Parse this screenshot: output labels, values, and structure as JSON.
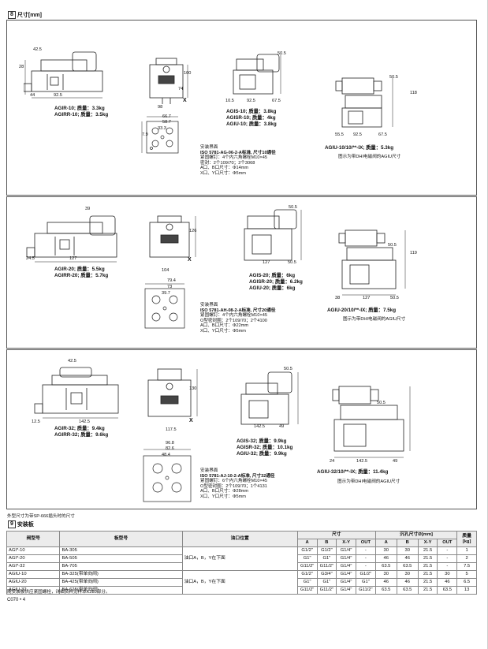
{
  "section8": {
    "num": "8",
    "title": "尺寸[mm]"
  },
  "row1": {
    "left_dims": [
      "42.5",
      "28",
      "92.5",
      "44"
    ],
    "mid_dims": [
      "98",
      "100",
      "74",
      "X"
    ],
    "left_caption": [
      "AGIR-10;  质量：3.3kg",
      "AGIRR-10;  质量：3.5kg"
    ],
    "ais_dims": [
      "50.5",
      "92.5",
      "67.5",
      "10.5"
    ],
    "ais_caption": [
      "AGIS-10;   质量：3.8kg",
      "AGISR-10;  质量：4kg",
      "AGIU-10;   质量：3.8kg"
    ],
    "agiu_dims": [
      "50.5",
      "118",
      "55.5",
      "92.5",
      "67.5"
    ],
    "agiu_caption": "AGIU-10/10/**-IX;   质量：5.3kg",
    "agiu_note": "图示为带DHI电磁阀的AGIU尺寸",
    "face_dims": [
      "66.7",
      "58.7",
      "33.3",
      "7.9"
    ],
    "iface_lines": [
      "安装界面",
      "ISO 5781-AG-06-2-A标准, 尺寸10通径",
      "紧固螺钉：4个内六角螺栓M10×45",
      "密封：2个109/70；2个3068",
      "A口、B口尺寸：Φ14mm",
      "X口、Y口尺寸：Φ5mm"
    ]
  },
  "row2": {
    "left_dims": [
      "39",
      "24.5",
      "127"
    ],
    "mid_dims": [
      "104",
      "126",
      "X"
    ],
    "left_caption": [
      "AGIR-20;  质量：5.5kg",
      "AGIRR-20;  质量：5.7kg"
    ],
    "ais_dims": [
      "50.5",
      "127",
      "50.5"
    ],
    "ais_caption": [
      "AGIS-20;   质量：6kg",
      "AGISR-20;  质量：6.2kg",
      "AGIU-20;   质量：6kg"
    ],
    "agiu_dims": [
      "50.5",
      "119",
      "38",
      "127",
      "50.5"
    ],
    "agiu_caption": "AGIU-20/10/**-IX;   质量：7.5kg",
    "agiu_note": "图示为带DHI电磁阀的AGIU尺寸",
    "face_dims": [
      "79.4",
      "73",
      "39.7"
    ],
    "iface_lines": [
      "安装界面",
      "ISO 5781-AH-08-2-A标准, 尺寸20通径",
      "紧固螺钉：4个内六角螺栓M10×45",
      "O型密封圈：2个109/70；2个4100",
      "A口、B口尺寸：Φ22mm",
      "X口、Y口尺寸：Φ5mm"
    ]
  },
  "row3": {
    "left_dims": [
      "42.5",
      "142.5",
      "12.5"
    ],
    "mid_dims": [
      "117.5",
      "130",
      "X"
    ],
    "left_caption": [
      "AGIR-32;  质量：9.4kg",
      "AGIRR-32;  质量：9.6kg"
    ],
    "ais_dims": [
      "50.5",
      "142.5",
      "49"
    ],
    "ais_caption": [
      "AGIS-32;   质量：9.9kg",
      "AGISR-32;  质量：10.1kg",
      "AGIU-32;   质量：9.9kg"
    ],
    "agiu_dims": [
      "50.5",
      "24",
      "142.5",
      "49"
    ],
    "agiu_caption": "AGIU-32/10/**-IX;   质量：11.4kg",
    "agiu_note": "图示为带DHI电磁阀的AGIU尺寸",
    "face_dims": [
      "96.8",
      "82.6",
      "48.4"
    ],
    "iface_lines": [
      "安装界面",
      "ISO 5781-AJ-10-2-A标准, 尺寸32通径",
      "紧固螺钉：6个内六角螺栓M10×45",
      "O型密封圈：2个109/70；1个4131",
      "A口、B口尺寸：Φ28mm",
      "X口、Y口尺寸：Φ5mm"
    ]
  },
  "outline_note": "外型尺寸为带SP-666插头时的尺寸",
  "section9": {
    "num": "9",
    "title": "安装板"
  },
  "table": {
    "h_valve": "阀型号",
    "h_plate": "板型号",
    "h_port": "油口位置",
    "h_size": "尺寸",
    "h_bore": "沉孔尺寸Ø[mm]",
    "h_mass": "质量[kg]",
    "sub": [
      "A",
      "B",
      "X-Y",
      "OUT",
      "A",
      "B",
      "X-Y",
      "OUT"
    ],
    "rows": [
      [
        "AGI*-10",
        "BA-305",
        "",
        "G1/2\"",
        "G1/2\"",
        "G1/4\"",
        "-",
        "30",
        "30",
        "21.5",
        "-",
        "1"
      ],
      [
        "AGI*-20",
        "BA-505",
        "油口A，B，Y在下面",
        "G1\"",
        "G1\"",
        "G1/4\"",
        "-",
        "46",
        "46",
        "21.5",
        "-",
        "2"
      ],
      [
        "AGI*-32",
        "BA-705",
        "",
        "G11/2\"",
        "G11/2\"",
        "G1/4\"",
        "-",
        "63.5",
        "63.5",
        "21.5",
        "-",
        "7.5"
      ],
      [
        "AGIU-10",
        "BA-325(带单向阀)",
        "",
        "G1/2\"",
        "G3/4\"",
        "G1/4\"",
        "G1/2\"",
        "30",
        "30",
        "21.5",
        "30",
        "5"
      ],
      [
        "AGIU-20",
        "BA-425(带单向阀)",
        "油口A，B，Y在下面",
        "G1\"",
        "G1\"",
        "G1/4\"",
        "G1\"",
        "46",
        "46",
        "21.5",
        "46",
        "6.5"
      ],
      [
        "AGIU-32",
        "BA-625(带单向阀)",
        "",
        "G11/2\"",
        "G11/2\"",
        "G1/4\"",
        "G11/2\"",
        "63.5",
        "63.5",
        "21.5",
        "63.5",
        "13"
      ]
    ]
  },
  "table_note": "随安装板供应紧固螺栓，详细资料见样本K280部分。",
  "page_footer": "C070 • 4"
}
